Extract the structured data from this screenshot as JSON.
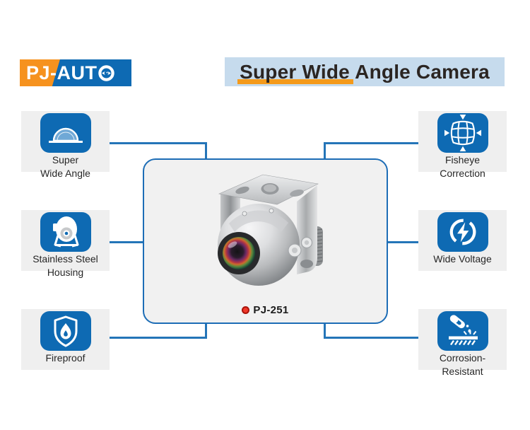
{
  "logo": {
    "text_left": "PJ-",
    "text_right": "AUT",
    "o_char": "O",
    "orange": "#f6921e",
    "blue": "#0e6ab3"
  },
  "header": {
    "underlined_text": "Super Wide",
    "rest_text": "Angle Camera",
    "bg": "#c6dbed",
    "underline_color": "#f49a1b"
  },
  "features": {
    "left": [
      {
        "icon": "dome-icon",
        "lines": [
          "Super",
          "Wide Angle"
        ]
      },
      {
        "icon": "camera-housing-icon",
        "lines": [
          "Stainless Steel",
          "Housing"
        ]
      },
      {
        "icon": "shield-flame-icon",
        "lines": [
          "Fireproof",
          ""
        ]
      }
    ],
    "right": [
      {
        "icon": "fisheye-grid-icon",
        "lines": [
          "Fisheye",
          "Correction"
        ]
      },
      {
        "icon": "voltage-bolt-icon",
        "lines": [
          "Wide Voltage",
          ""
        ]
      },
      {
        "icon": "corrosion-test-icon",
        "lines": [
          "Corrosion-",
          "Resistant"
        ]
      }
    ]
  },
  "product": {
    "model": "PJ-251"
  },
  "colors": {
    "accent_blue": "#0e6ab3",
    "line_blue": "#2475b8",
    "panel_border": "#1d6db6",
    "box_bg": "#efefef",
    "panel_bg": "#f1f1f1",
    "red_dot": "#f0382a",
    "title_text": "#2b2522"
  }
}
